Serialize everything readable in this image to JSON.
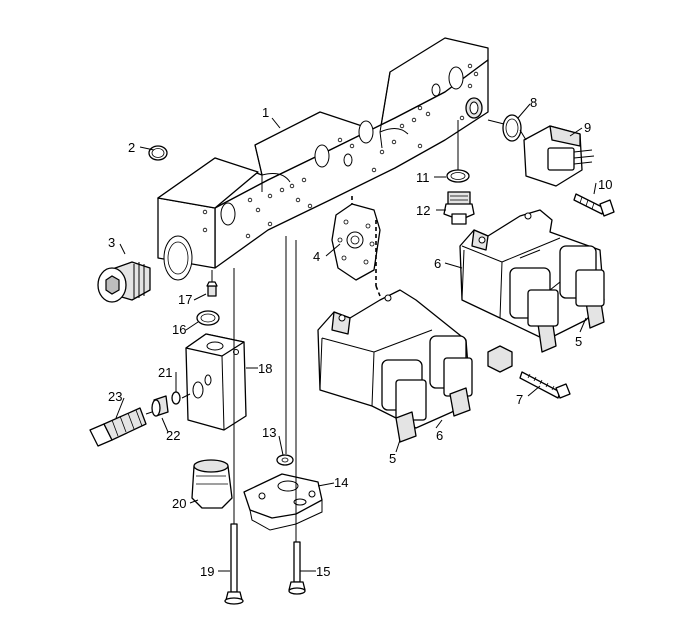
{
  "labels": {
    "l1": "1",
    "l2": "2",
    "l3": "3",
    "l4": "4",
    "l5a": "5",
    "l5b": "5",
    "l6a": "6",
    "l6b": "6",
    "l7": "7",
    "l8": "8",
    "l9": "9",
    "l10": "10",
    "l11": "11",
    "l12": "12",
    "l13": "13",
    "l14": "14",
    "l15": "15",
    "l16": "16",
    "l17": "17",
    "l18": "18",
    "l19": "19",
    "l20": "20",
    "l21": "21",
    "l22": "22",
    "l23": "23"
  }
}
